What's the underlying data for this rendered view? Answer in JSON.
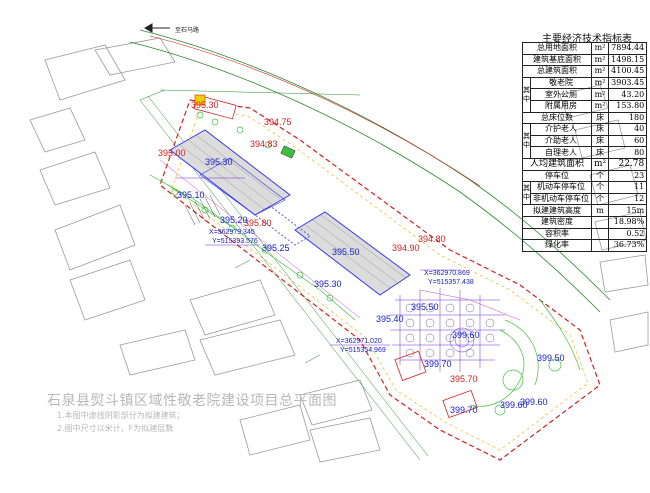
{
  "road_label": "至石马路",
  "plan_title": "石泉县熨斗镇区域性敬老院建设项目总平面图",
  "notes": [
    "1.本图中虚线阴影部分为拟建建筑；",
    "2.图中尺寸以米计，F为拟建层数"
  ],
  "table": {
    "title": "主要经济技术指标表",
    "group_label": "其中",
    "rows": {
      "total_land": {
        "label": "总用地面积",
        "unit": "m²",
        "value": "7894.44"
      },
      "footprint": {
        "label": "建筑基底面积",
        "unit": "m²",
        "value": "1498.15"
      },
      "total_floor": {
        "label": "总建筑面积",
        "unit": "m²",
        "value": "4100.45"
      },
      "elderly_home": {
        "label": "敬老院",
        "unit": "m²",
        "value": "3903.45"
      },
      "toilet": {
        "label": "室外公厕",
        "unit": "m²",
        "value": "43.20"
      },
      "aux_room": {
        "label": "附属用房",
        "unit": "m²",
        "value": "153.80"
      },
      "total_beds": {
        "label": "总床位数",
        "unit": "床",
        "value": "180"
      },
      "care_elderly": {
        "label": "介护老人",
        "unit": "床",
        "value": "40"
      },
      "assisted_elderly": {
        "label": "介助老人",
        "unit": "床",
        "value": "60"
      },
      "self_care_elderly": {
        "label": "自理老人",
        "unit": "床",
        "value": "80"
      },
      "per_capita": {
        "label": "人均建筑面积",
        "unit": "m²",
        "value": "22.78"
      },
      "parking": {
        "label": "停车位",
        "unit": "个",
        "value": "23"
      },
      "motor_parking": {
        "label": "机动车停车位",
        "unit": "个",
        "value": "11"
      },
      "nonmotor_parking": {
        "label": "非机动车停车位",
        "unit": "个",
        "value": "12"
      },
      "height": {
        "label": "拟建建筑高度",
        "unit": "m",
        "value": "15m"
      },
      "density": {
        "label": "建筑密度",
        "unit": "",
        "value": "18.98%"
      },
      "far": {
        "label": "容积率",
        "unit": "",
        "value": "0.52"
      },
      "green": {
        "label": "绿化率",
        "unit": "",
        "value": "36.73%"
      }
    }
  },
  "elevations": {
    "red": [
      "394.75",
      "394.83",
      "395.00",
      "395.30",
      "394.80",
      "394.90",
      "395.70",
      "395.80"
    ],
    "blue": [
      "395.30",
      "395.10",
      "395.20",
      "395.25",
      "395.50",
      "395.30",
      "395.50",
      "395.40",
      "399.60",
      "399.70",
      "399.60",
      "399.70",
      "399.60",
      "399.50"
    ]
  },
  "coords": {
    "c1": "X=362979.345",
    "c2": "Y=515393.576",
    "c3": "X=362970.869",
    "c4": "Y=515357.438",
    "c5": "X=362971.020",
    "c6": "Y=515354.969"
  },
  "colors": {
    "boundary": "#d42020",
    "building": "#3a3af0",
    "elevation_blue": "#1a22c8",
    "elevation_red": "#d42020",
    "green": "#3fbf3f",
    "magenta": "#d040d0"
  }
}
